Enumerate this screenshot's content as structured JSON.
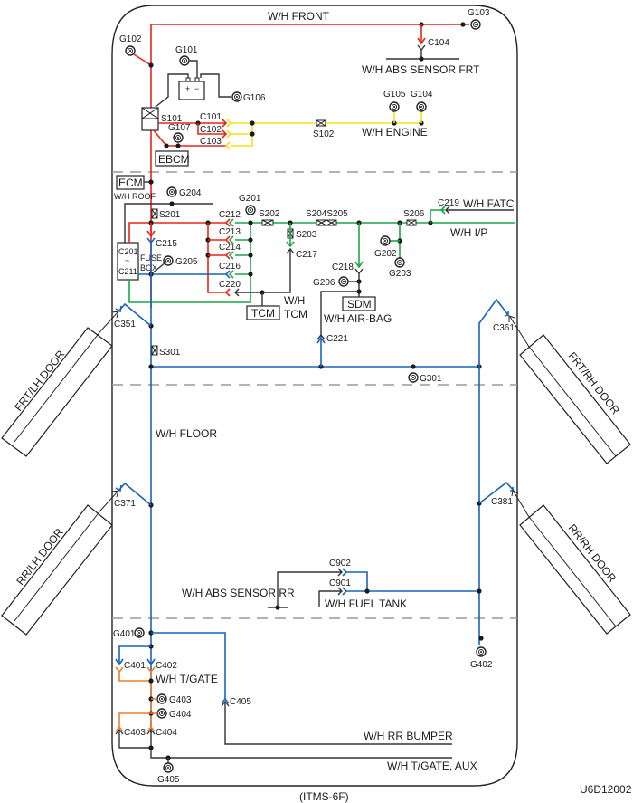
{
  "diagram": {
    "code": "U6D12002",
    "caption": "(ITMS-6F)",
    "colors": {
      "red": "#e8251c",
      "yellow": "#f5e21a",
      "green": "#1ca64a",
      "blue": "#1a63b8",
      "orange": "#ef7d2a",
      "black": "#333333"
    },
    "harnesses": {
      "front": "W/H FRONT",
      "abs_sensor_frt": "W/H ABS SENSOR FRT",
      "engine": "W/H ENGINE",
      "roof": "W/H ROOF",
      "fatc": "W/H FATC",
      "ip": "W/H I/P",
      "tcm_1": "W/H",
      "tcm_2": "TCM",
      "air_bag": "W/H AIR-BAG",
      "floor": "W/H FLOOR",
      "abs_sensor_rr": "W/H ABS SENSOR RR",
      "fuel_tank": "W/H FUEL TANK",
      "tgate": "W/H T/GATE",
      "rr_bumper": "W/H RR BUMPER",
      "tgate_aux": "W/H T/GATE, AUX"
    },
    "components": {
      "ebcm": "EBCM",
      "ecm": "ECM",
      "tcm": "TCM",
      "sdm": "SDM",
      "fuse_box_1": "FUSE",
      "fuse_box_2": "BOX",
      "fuse_range_top": "C201",
      "fuse_range_mid": "~",
      "fuse_range_bot": "C211",
      "battery_plus": "+",
      "battery_minus": "−"
    },
    "doors": {
      "frt_lh": "FRT/LH DOOR",
      "frt_rh": "FRT/RH DOOR",
      "rr_lh": "RR/LH DOOR",
      "rr_rh": "RR/RH DOOR"
    },
    "grounds": {
      "G101": "G101",
      "G102": "G102",
      "G103": "G103",
      "G104": "G104",
      "G105": "G105",
      "G106": "G106",
      "G107": "G107",
      "G201": "G201",
      "G202": "G202",
      "G203": "G203",
      "G204": "G204",
      "G205": "G205",
      "G206": "G206",
      "G301": "G301",
      "G401": "G401",
      "G402": "G402",
      "G403": "G403",
      "G404": "G404",
      "G405": "G405"
    },
    "connectors": {
      "C101": "C101",
      "C102": "C102",
      "C103": "C103",
      "C104": "C104",
      "C212": "C212",
      "C213": "C213",
      "C214": "C214",
      "C215": "C215",
      "C216": "C216",
      "C217": "C217",
      "C218": "C218",
      "C219": "C219",
      "C220": "C220",
      "C221": "C221",
      "C351": "C351",
      "C361": "C361",
      "C371": "C371",
      "C381": "C381",
      "C401": "C401",
      "C402": "C402",
      "C403": "C403",
      "C404": "C404",
      "C405": "C405",
      "C901": "C901",
      "C902": "C902"
    },
    "splices": {
      "S101": "S101",
      "S102": "S102",
      "S201": "S201",
      "S202": "S202",
      "S203": "S203",
      "S204S205": "S204S205",
      "S206": "S206",
      "S301": "S301"
    }
  }
}
